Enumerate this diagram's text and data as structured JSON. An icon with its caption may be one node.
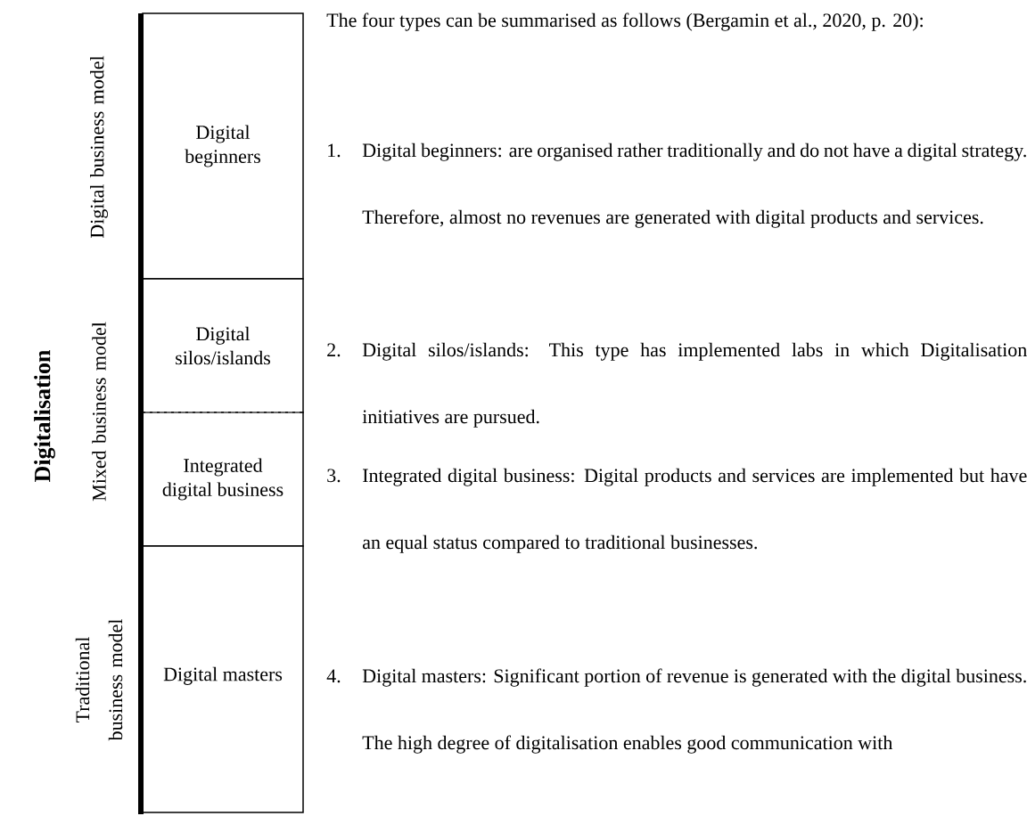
{
  "diagram": {
    "nodes": [
      {
        "text": [
          "Digital beginners"
        ]
      },
      {
        "text": [
          "Digital silos/islands"
        ]
      },
      {
        "text": [
          "Integrated digital business"
        ]
      },
      {
        "text": [
          "Digital masters"
        ]
      }
    ],
    "labels": [
      "Digitalisation",
      "Digital business model",
      "Mixed business model",
      "Traditional business model",
      "The four types can be summarised as follows (Bergamin et al., 2020, p. 20):",
      "1.",
      "Digital beginners: are organised rather traditionally and do not have a digital strategy. Therefore, almost no revenues are generated with digital products and services.",
      "2.",
      "Digital silos/islands: This type has implemented labs in which Digitalisation initiatives are pursued.",
      "3.",
      "Integrated digital business: Digital products and services are implemented but have an equal status compared to traditional businesses.",
      "4.",
      "Digital masters: Significant portion of revenue is generated with the digital business. The high degree of digitalisation enables good communication with"
    ]
  }
}
